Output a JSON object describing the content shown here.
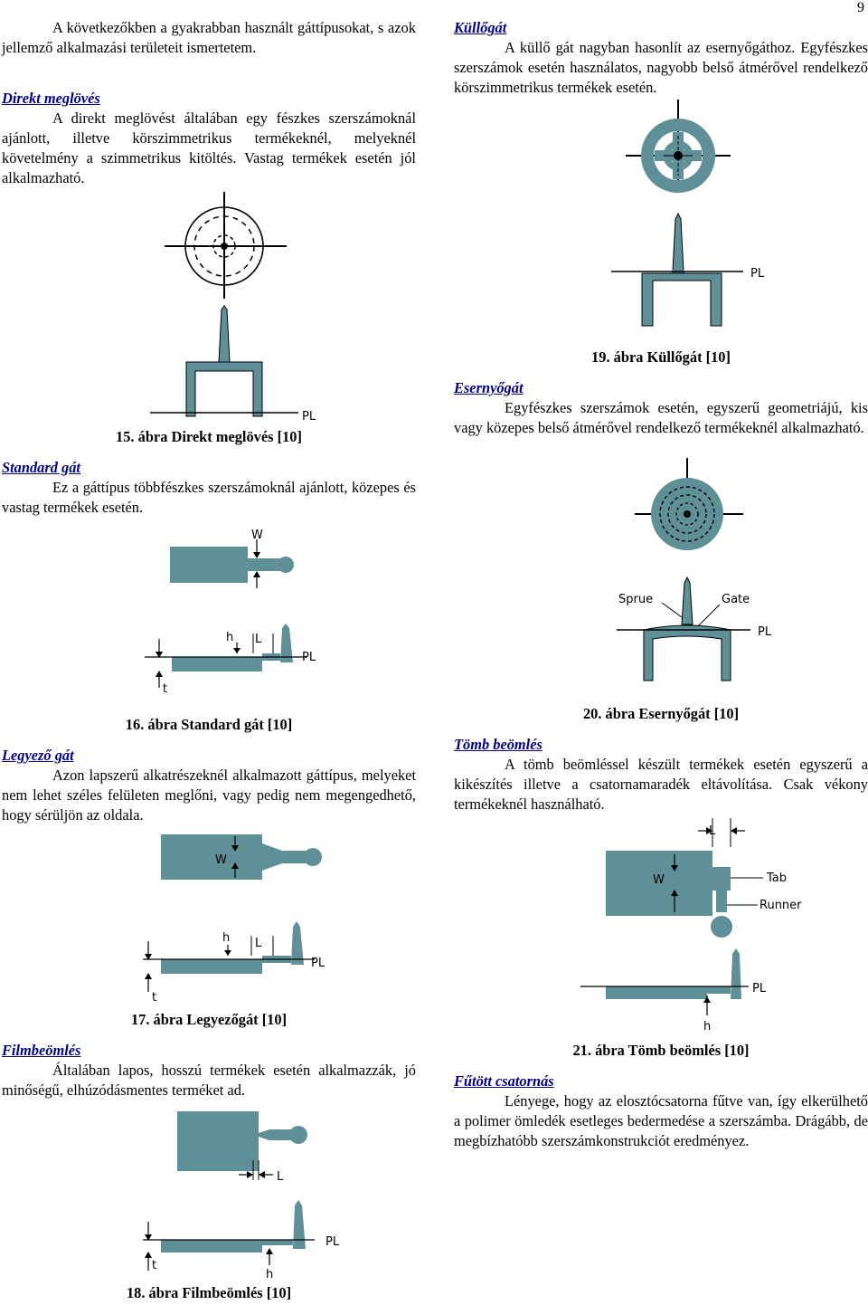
{
  "page_number": "9",
  "left": {
    "intro": "A következőkben a gyakrabban használt gáttípusokat, s azok jellemző alkalmazási területeit ismertetem.",
    "direkt": {
      "heading": "Direkt meglövés",
      "text": "A direkt meglövést általában egy fészkes szerszámoknál ajánlott, illetve körszimmetrikus termékeknél, melyeknél követelmény a szimmetrikus kitöltés. Vastag termékek esetén jól alkalmazható.",
      "caption": "15. ábra Direkt meglövés [10]"
    },
    "standard": {
      "heading": "Standard gát",
      "text": "Ez a gáttípus többfészkes szerszámoknál ajánlott, közepes és vastag termékek esetén.",
      "caption": "16. ábra Standard gát [10]"
    },
    "legyezo": {
      "heading": "Legyező gát",
      "text": "Azon lapszerű alkatrészeknél alkalmazott gáttípus, melyeket nem lehet széles felületen meglőni, vagy pedig nem megengedhető, hogy sérüljön az oldala.",
      "caption": "17. ábra Legyezőgát [10]"
    },
    "film": {
      "heading": "Filmbeömlés",
      "text": "Általában lapos, hosszú termékek esetén alkalmazzák, jó minőségű, elhúzódásmentes terméket ad.",
      "caption": "18. ábra Filmbeömlés [10]"
    }
  },
  "right": {
    "kullo": {
      "heading": "Küllőgát",
      "text": "A küllő gát nagyban hasonlít az esernyőgáthoz. Egyfészkes szerszámok esetén használatos, nagyobb belső átmérővel rendelkező körszimmetrikus termékek esetén.",
      "caption": "19. ábra Küllőgát [10]"
    },
    "esernyo": {
      "heading": "Esernyőgát",
      "text": "Egyfészkes szerszámok esetén, egyszerű geometriájú, kis vagy közepes belső átmérővel rendelkező termékeknél alkalmazható.",
      "caption": "20. ábra Esernyőgát [10]"
    },
    "tomb": {
      "heading": "Tömb beömlés",
      "text": "A tömb beömléssel készült termékek esetén egyszerű a kikészítés illetve a csatornamaradék eltávolítása. Csak vékony termékeknél használható.",
      "caption": "21. ábra Tömb beömlés [10]"
    },
    "futott": {
      "heading": "Fűtött csatornás",
      "text": "Lényege, hogy az elosztócsatorna fűtve van, így elkerülhető a polimer ömledék esetleges bedermedése a szerszámba. Drágább, de megbízhatóbb szerszámkonstrukciót eredményez."
    }
  },
  "figure_labels": {
    "pl": "PL",
    "w": "W",
    "h": "h",
    "l": "L",
    "t": "t",
    "sprue": "Sprue",
    "gate": "Gate",
    "tab": "Tab",
    "runner": "Runner"
  },
  "colors": {
    "part_fill": "#5f8f97",
    "heading": "#000080"
  }
}
